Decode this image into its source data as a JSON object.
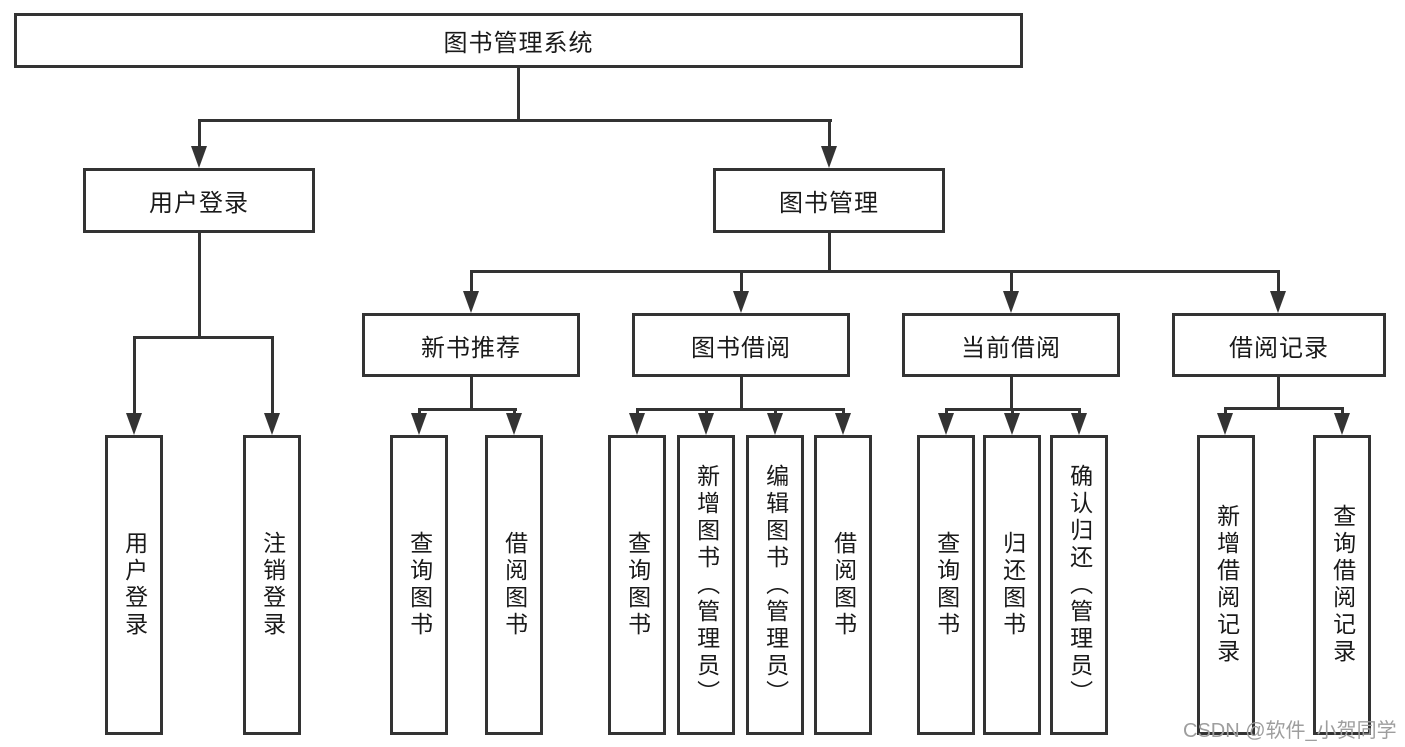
{
  "diagram": {
    "root": {
      "label": "图书管理系统"
    },
    "branches": [
      {
        "label": "用户登录",
        "leaves": [
          {
            "label": "用户登录"
          },
          {
            "label": "注销登录"
          }
        ]
      },
      {
        "label": "图书管理",
        "groups": [
          {
            "label": "新书推荐",
            "leaves": [
              {
                "label": "查询图书"
              },
              {
                "label": "借阅图书"
              }
            ]
          },
          {
            "label": "图书借阅",
            "leaves": [
              {
                "label": "查询图书"
              },
              {
                "label": "新增图书（管理员）"
              },
              {
                "label": "编辑图书（管理员）"
              },
              {
                "label": "借阅图书"
              }
            ]
          },
          {
            "label": "当前借阅",
            "leaves": [
              {
                "label": "查询图书"
              },
              {
                "label": "归还图书"
              },
              {
                "label": "确认归还（管理员）"
              }
            ]
          },
          {
            "label": "借阅记录",
            "leaves": [
              {
                "label": "新增借阅记录"
              },
              {
                "label": "查询借阅记录"
              }
            ]
          }
        ]
      }
    ]
  },
  "watermark": {
    "text": "CSDN @软件_小贺同学"
  },
  "colors": {
    "line": "#333333",
    "node_text": "#1a1a1a",
    "watermark_text": "#9e9e9e",
    "background": "#ffffff"
  }
}
